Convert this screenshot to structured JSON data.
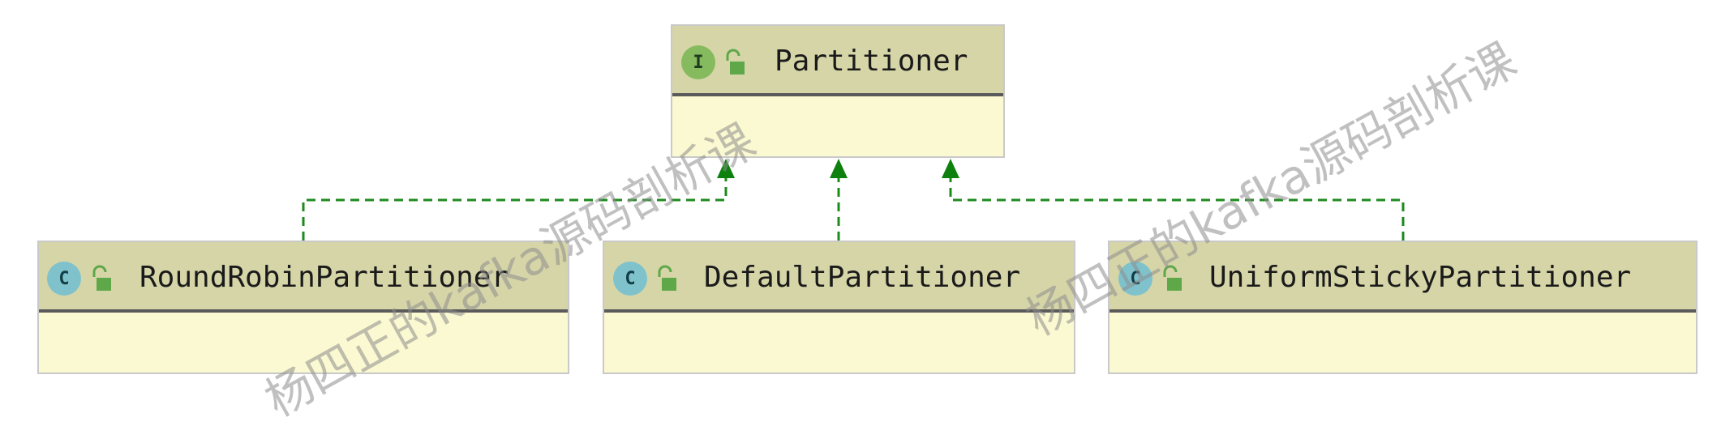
{
  "diagram": {
    "interface": {
      "badge": "I",
      "name": "Partitioner",
      "icon": "lock-open-icon"
    },
    "classes": [
      {
        "badge": "C",
        "name": "RoundRobinPartitioner",
        "icon": "lock-open-icon"
      },
      {
        "badge": "C",
        "name": "DefaultPartitioner",
        "icon": "lock-open-icon"
      },
      {
        "badge": "C",
        "name": "UniformStickyPartitioner",
        "icon": "lock-open-icon"
      }
    ],
    "relation": "implements",
    "colors": {
      "edge": "#1e8a1e",
      "header": "#d6d5a8",
      "body": "#fbf9d1",
      "interface_badge": "#86ba5e",
      "class_badge": "#7fc2cc"
    }
  },
  "watermarks": [
    {
      "text": "杨四正的kafka源码剖析课"
    },
    {
      "text": "杨四正的kafka源码剖析课"
    }
  ]
}
